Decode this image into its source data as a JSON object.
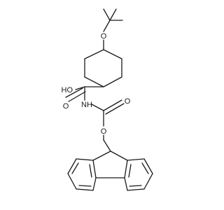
{
  "molecule": {
    "atoms": {
      "ether_o": "O",
      "acid_oh": "HO",
      "carbonyl_o_acid": "O",
      "amine_nh": "NH",
      "carbonyl_o_carbamate": "O",
      "ester_o": "O"
    }
  }
}
